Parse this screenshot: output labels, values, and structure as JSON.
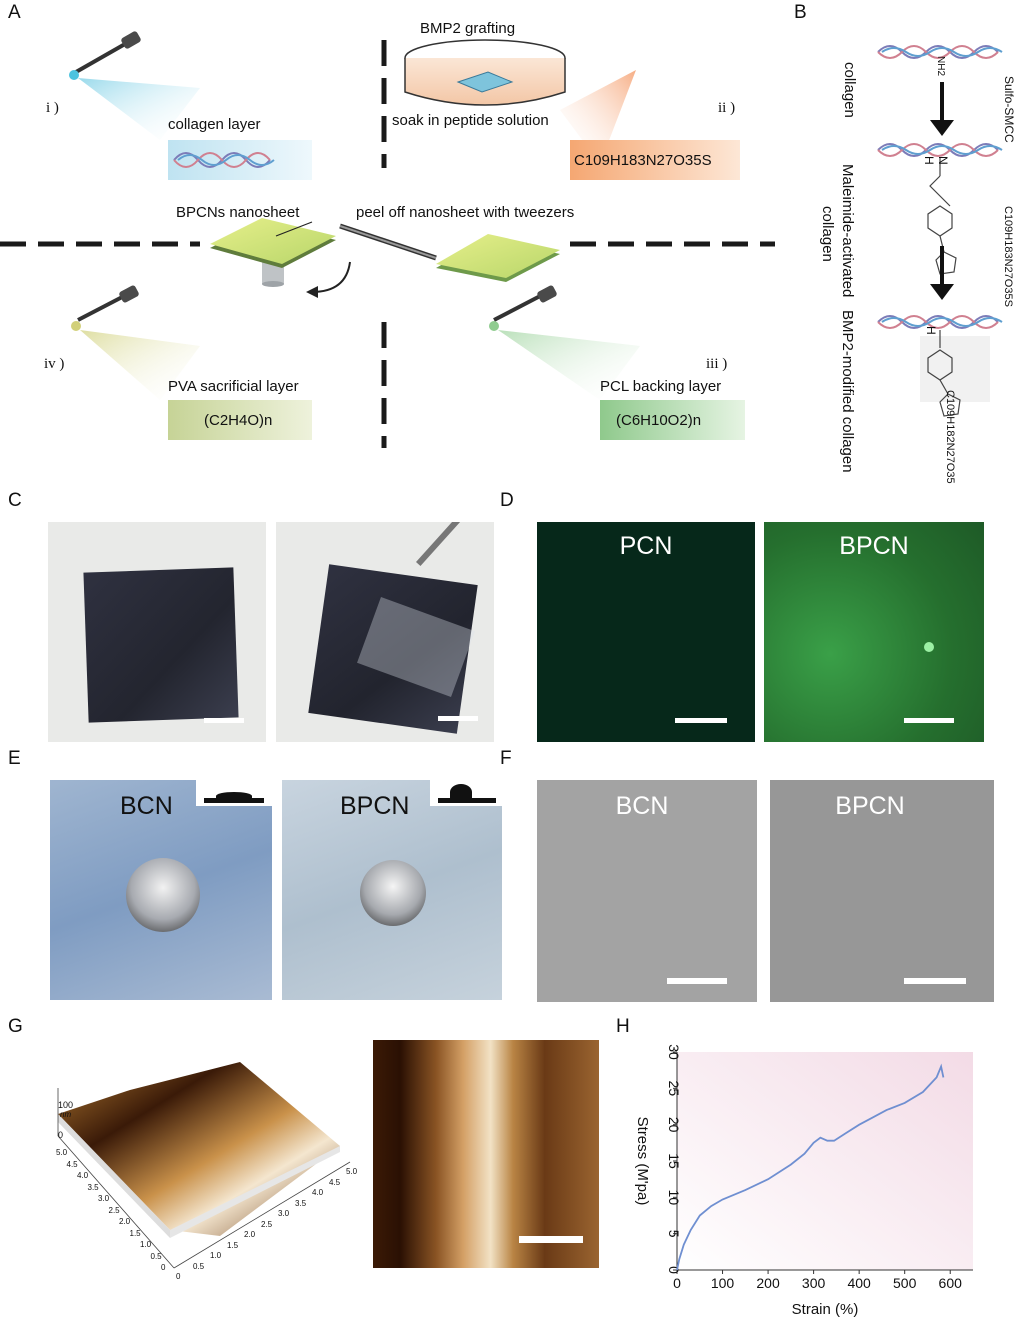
{
  "panels": {
    "A": {
      "label": "A",
      "steps": {
        "i": "i )",
        "ii": "ii )",
        "iii": "iii )",
        "iv": "iv )"
      },
      "collagen_layer": "collagen layer",
      "bmp2_grafting": "BMP2 grafting",
      "soak_text": "soak in peptide solution",
      "peptide_formula": "C109H183N27O35S",
      "bpcns_nanosheet": "BPCNs nanosheet",
      "peel_off": "peel off nanosheet with tweezers",
      "pva_layer": "PVA sacrificial layer",
      "pva_formula": "(C2H4O)n",
      "pcl_layer": "PCL backing layer",
      "pcl_formula": "(C6H10O2)n"
    },
    "B": {
      "label": "B",
      "collagen": "collagen",
      "sulfo_smcc": "Sulfo-SMCC",
      "maleimide": "Maleimide-activated",
      "maleimide2": "collagen",
      "peptide": "C109H183N27O35S",
      "bmp2_modified": "BMP2-modified collagen",
      "nh2": "NH2",
      "h": "H",
      "n": "N",
      "peptide2": "C109H182N27O35"
    },
    "C": {
      "label": "C"
    },
    "D": {
      "label": "D",
      "left": "PCN",
      "right": "BPCN"
    },
    "E": {
      "label": "E",
      "left": "BCN",
      "right": "BPCN"
    },
    "F": {
      "label": "F",
      "left": "BCN",
      "right": "BPCN"
    },
    "G": {
      "label": "G",
      "z_label": "nm",
      "z_ticks": [
        "100",
        "0"
      ],
      "axis_ticks_left": [
        "5.0",
        "4.5",
        "4.0",
        "3.5",
        "3.0",
        "2.5",
        "2.0",
        "1.5",
        "1.0",
        "0.5",
        "0"
      ],
      "axis_ticks_bottom": [
        "0",
        "0.5",
        "1.0",
        "1.5",
        "2.0",
        "2.5",
        "3.0",
        "3.5",
        "4.0",
        "4.5",
        "5.0"
      ]
    },
    "H": {
      "label": "H"
    }
  },
  "colors": {
    "dashed": "#1a1a1a",
    "collagen_box": "#cfe9f3",
    "peptide_box": "#f7b98a",
    "pva_box": "#cfd9a0",
    "pcl_box": "#9fcf9a",
    "fluor_dark": "#06281a",
    "fluor_bright": "#2f8f3a",
    "sem_gray": "#9b9b9b",
    "line": "#6f8fd1"
  },
  "chart_data": {
    "type": "line",
    "title": "",
    "xlabel": "Strain (%)",
    "ylabel": "Stress (M'pa)",
    "xlim": [
      0,
      650
    ],
    "ylim": [
      0,
      30
    ],
    "xticks": [
      0,
      100,
      200,
      300,
      400,
      500,
      600
    ],
    "yticks": [
      0,
      5,
      10,
      15,
      20,
      25,
      30
    ],
    "grid": false,
    "series": [
      {
        "values": [
          [
            0,
            0
          ],
          [
            5,
            1.5
          ],
          [
            15,
            3.5
          ],
          [
            30,
            5.5
          ],
          [
            50,
            7.5
          ],
          [
            75,
            8.8
          ],
          [
            100,
            9.7
          ],
          [
            150,
            11
          ],
          [
            200,
            12.5
          ],
          [
            250,
            14.5
          ],
          [
            280,
            16
          ],
          [
            300,
            17.5
          ],
          [
            315,
            18.2
          ],
          [
            330,
            17.8
          ],
          [
            345,
            17.8
          ],
          [
            370,
            18.8
          ],
          [
            400,
            20
          ],
          [
            430,
            21
          ],
          [
            460,
            22
          ],
          [
            500,
            23
          ],
          [
            540,
            24.5
          ],
          [
            570,
            26.5
          ],
          [
            580,
            28
          ],
          [
            585,
            26.5
          ]
        ]
      }
    ]
  }
}
